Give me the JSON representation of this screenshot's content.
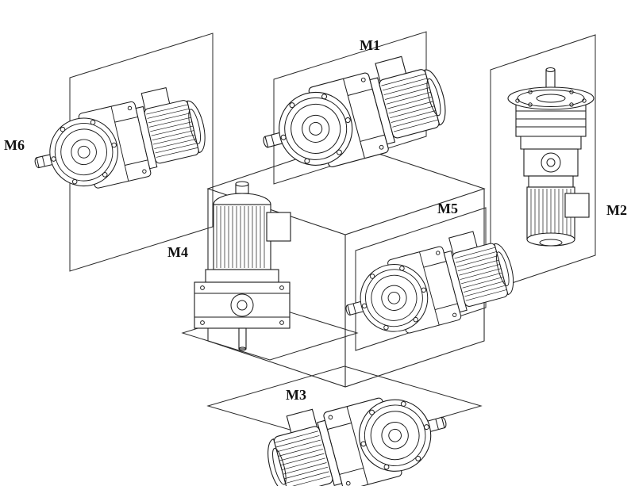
{
  "diagram": {
    "kind": "gearmotor-mounting-positions",
    "colors": {
      "line": "#1a1a1a",
      "background": "#ffffff"
    },
    "labels": {
      "m1": "M1",
      "m2": "M2",
      "m3": "M3",
      "m4": "M4",
      "m5": "M5",
      "m6": "M6"
    }
  }
}
